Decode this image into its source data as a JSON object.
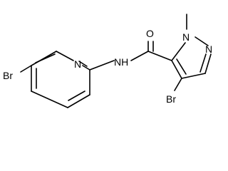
{
  "colors": {
    "bond": "#000000",
    "label": "#000000",
    "background": "#ffffff"
  },
  "molecule": {
    "atoms": {
      "br_pyridine": "Br",
      "n_pyridine": "N",
      "amide_nh": "NH",
      "amide_o": "O",
      "n1_pyrazole": "N",
      "n2_pyrazole": "N",
      "methyl": "",
      "br_pyrazole": "Br"
    }
  }
}
